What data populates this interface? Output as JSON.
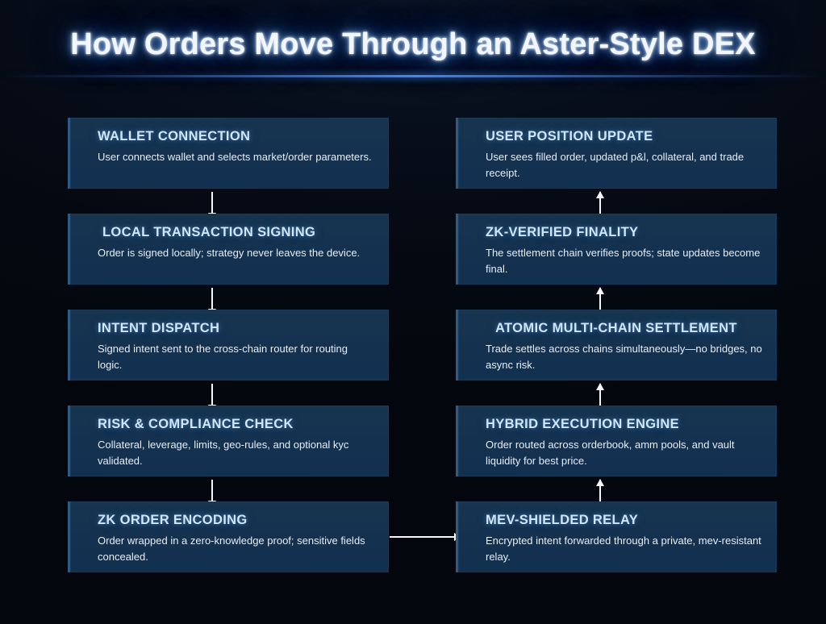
{
  "header": {
    "title": "How Orders Move Through an Aster-Style DEX"
  },
  "colors": {
    "page_bg_top": "#04080f",
    "page_bg_bottom": "#17335c",
    "card_bg": "#143150",
    "card_accent_border": "#2e5b86",
    "title_text": "#cfe6fb",
    "body_text": "#e6eef8",
    "arrow": "#f4f8fd",
    "rule_accent": "#4687e6"
  },
  "left_column": [
    {
      "title": "WALLET CONNECTION",
      "body": "User connects wallet and selects market/order parameters."
    },
    {
      "title": "LOCAL TRANSACTION SIGNING",
      "body": "Order is signed locally; strategy never leaves the device."
    },
    {
      "title": "INTENT DISPATCH",
      "body": "Signed intent sent to the cross-chain router for routing logic."
    },
    {
      "title": "RISK & COMPLIANCE CHECK",
      "body": "Collateral, leverage, limits, geo-rules, and optional kyc validated."
    },
    {
      "title": "ZK ORDER ENCODING",
      "body": "Order wrapped in a zero-knowledge proof; sensitive fields concealed."
    }
  ],
  "right_column": [
    {
      "title": "USER POSITION UPDATE",
      "body": "User sees filled order, updated p&l, collateral, and trade receipt."
    },
    {
      "title": "ZK-VERIFIED FINALITY",
      "body": "The settlement chain verifies proofs; state updates become final."
    },
    {
      "title": "ATOMIC MULTI-CHAIN SETTLEMENT",
      "body": "Trade settles across chains simultaneously—no bridges, no async risk."
    },
    {
      "title": "HYBRID EXECUTION ENGINE",
      "body": "Order routed across orderbook, amm pools, and vault liquidity for best price."
    },
    {
      "title": "MEV-SHIELDED RELAY",
      "body": "Encrypted intent forwarded through a private, mev-resistant relay."
    }
  ],
  "connectors": {
    "left_down_1": "arrow-down",
    "left_down_2": "arrow-down",
    "left_down_3": "arrow-down",
    "left_down_4": "arrow-down",
    "bridge": "arrow-right",
    "right_up_1": "arrow-up",
    "right_up_2": "arrow-up",
    "right_up_3": "arrow-up",
    "right_up_4": "arrow-up"
  }
}
